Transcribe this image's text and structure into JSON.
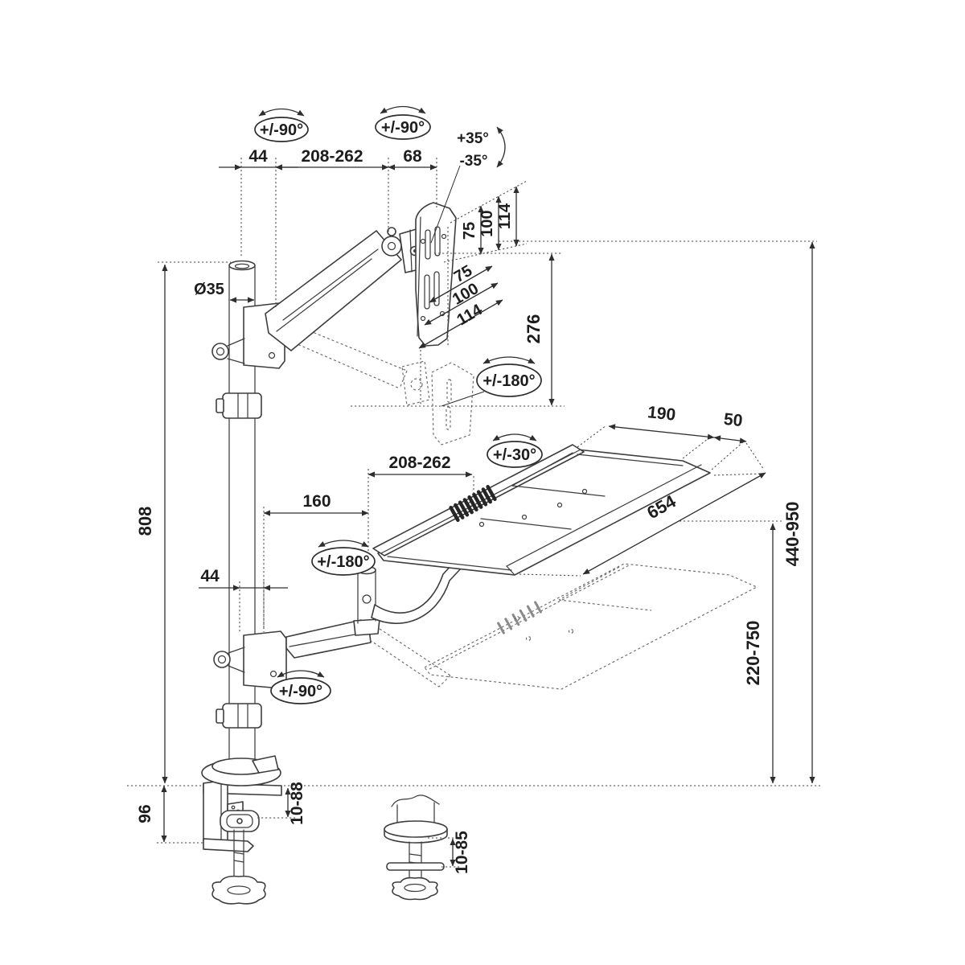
{
  "diagram": {
    "type": "technical dimension drawing",
    "subject": "gas-spring monitor arm with keyboard tray sit-stand desk mount",
    "colors": {
      "ink": "#3d3d3d",
      "background": "#ffffff"
    },
    "labels": {
      "pole_swivel": "+/-90°",
      "elbow_swivel": "+/-90°",
      "tilt_up": "+35°",
      "tilt_down": "-35°",
      "offset_top": "44",
      "reach_top": "208-262",
      "head_offset": "68",
      "pole_diameter": "Ø35",
      "vesa_proj_75": "75",
      "vesa_proj_100": "100",
      "vesa_proj_114": "114",
      "vesa_diag_75": "75",
      "vesa_diag_100": "100",
      "vesa_diag_114": "114",
      "monitor_drop": "276",
      "vesa_swivel": "+/-180°",
      "tray_depth_rear": "190",
      "tray_depth_front": "50",
      "tray_tilt": "+/-30°",
      "tray_reach": "208-262",
      "tray_reach_inner": "160",
      "tray_swivel": "+/-180°",
      "tray_length": "654",
      "pole_height": "808",
      "offset_bottom": "44",
      "tray_arm_swivel": "+/-90°",
      "monitor_height_range": "440-950",
      "tray_height_range": "220-750",
      "clamp_bracket_height": "96",
      "clamp_desk_range": "10-88",
      "grommet_desk_range": "10-85"
    }
  }
}
